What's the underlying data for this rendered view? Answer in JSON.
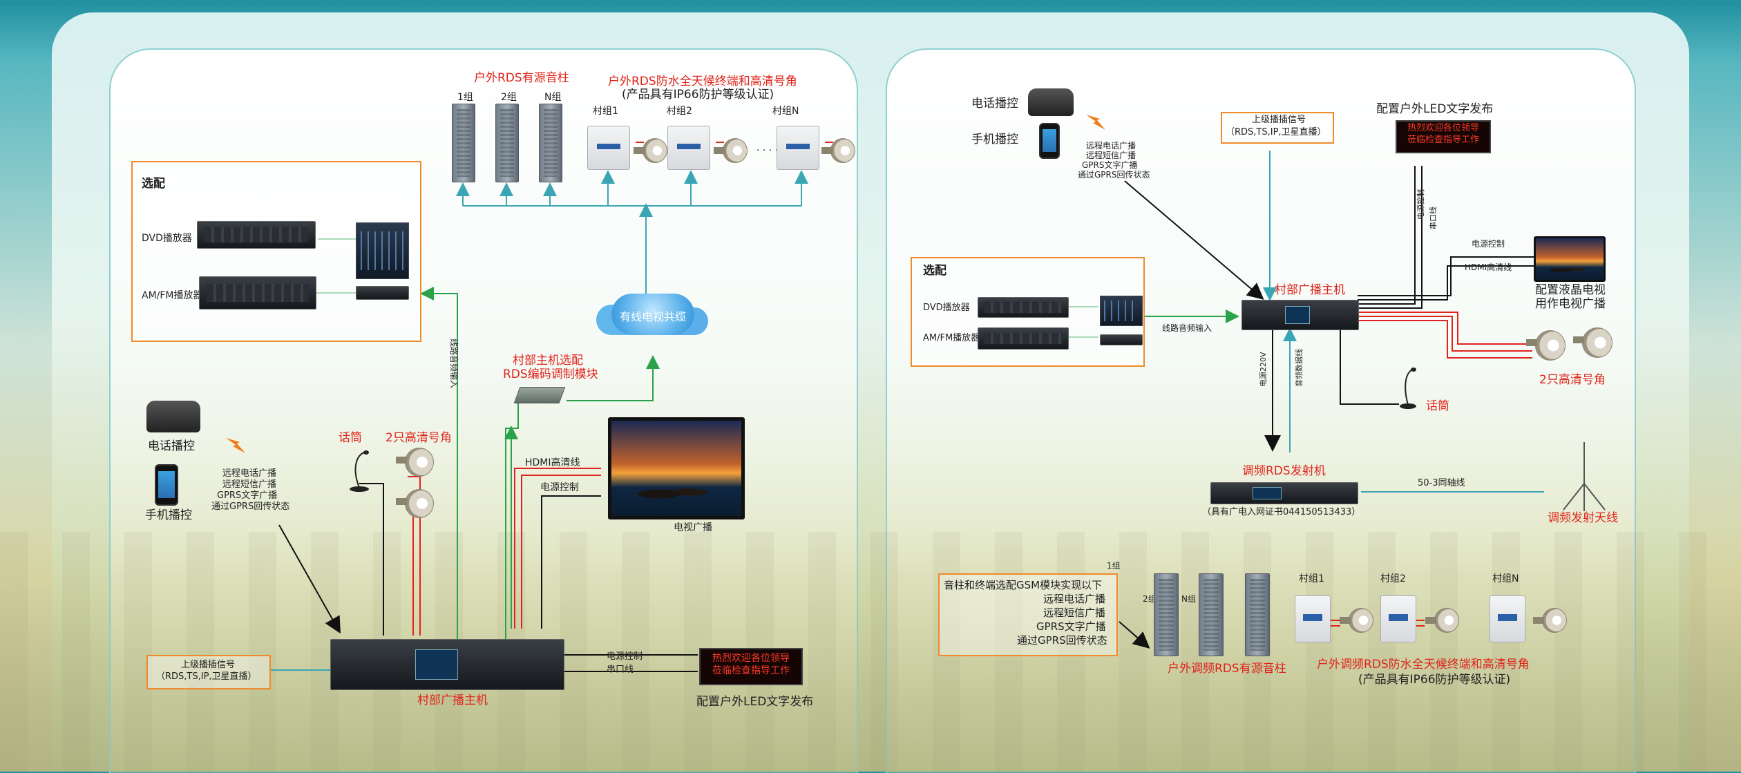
{
  "left": {
    "title_columns": "户外RDS有源音柱",
    "title_terminals_line1": "户外RDS防水全天候终端和高清号角",
    "title_terminals_line2": "(产品具有IP66防护等级认证)",
    "column_groups": [
      "1组",
      "2组",
      "N组"
    ],
    "terminal_groups": [
      "村组1",
      "村组2",
      "村组N"
    ],
    "terminal_dots": "·  ·  ·  ·",
    "optional_title": "选配",
    "dvd_label": "DVD播放器",
    "amfm_label": "AM/FM播放器",
    "cloud_label": "有线电视共缆",
    "line_input_label": "线路音频输入",
    "module_line1": "村部主机选配",
    "module_line2": "RDS编码调制模块",
    "phone_label": "电话播控",
    "mobile_label": "手机播控",
    "remote_list": [
      "远程电话广播",
      "远程短信广播",
      "GPRS文字广播",
      "通过GPRS回传状态"
    ],
    "mic_label": "话筒",
    "horns_label": "2只高清号角",
    "hdmi_label": "HDMI高清线",
    "power_ctrl_label": "电源控制",
    "tv_label": "电视广播",
    "upper_signal_line1": "上级播插信号",
    "upper_signal_line2": "（RDS,TS,IP,卫星直播）",
    "host_label": "村部广播主机",
    "power_ctrl_label2": "电源控制",
    "serial_label": "串口线",
    "led_line1": "热烈欢迎各位领导",
    "led_line2": "莅临检查指导工作",
    "led_label": "配置户外LED文字发布"
  },
  "right": {
    "phone_label": "电话播控",
    "mobile_label": "手机播控",
    "remote_list": [
      "远程电话广播",
      "远程短信广播",
      "GPRS文字广播",
      "通过GPRS回传状态"
    ],
    "upper_signal_line1": "上级播插信号",
    "upper_signal_line2": "（RDS,TS,IP,卫星直播）",
    "led_label": "配置户外LED文字发布",
    "led_line1": "热烈欢迎各位领导",
    "led_line2": "莅临检查指导工作",
    "power_ctrl_v": "电源控制",
    "serial_v": "串口线",
    "optional_title": "选配",
    "dvd_label": "DVD播放器",
    "amfm_label": "AM/FM播放器",
    "line_input_label": "线路音频输入",
    "host_label": "村部广播主机",
    "power_ctrl_label": "电源控制",
    "hdmi_label": "HDMI高清线",
    "tv_label_line1": "配置液晶电视",
    "tv_label_line2": "用作电视广播",
    "horns_label": "2只高清号角",
    "mic_label": "话筒",
    "power220_label": "电源220V",
    "audio_data_label": "音频数据线",
    "fm_tx_label": "调频RDS发射机",
    "coax_label": "50-3同轴线",
    "cert_label": "（具有广电入网证书044150513433）",
    "antenna_label": "调频发射天线",
    "gsm_box": [
      "音柱和终端选配GSM模块实现以下",
      "远程电话广播",
      "远程短信广播",
      "GPRS文字广播",
      "通过GPRS回传状态"
    ],
    "group1_label": "1组",
    "group2_label": "2组",
    "groupN_label": "N组",
    "column_label": "户外调频RDS有源音柱",
    "terminal_groups": [
      "村组1",
      "村组2",
      "村组N"
    ],
    "terminal_title_line1": "户外调频RDS防水全天候终端和高清号角",
    "terminal_title_line2": "(产品具有IP66防护等级认证)"
  },
  "colors": {
    "accent_red": "#e0241b",
    "line_teal": "#3aa6b3",
    "line_green": "#2aa24a",
    "box_orange": "#f08a2a"
  }
}
